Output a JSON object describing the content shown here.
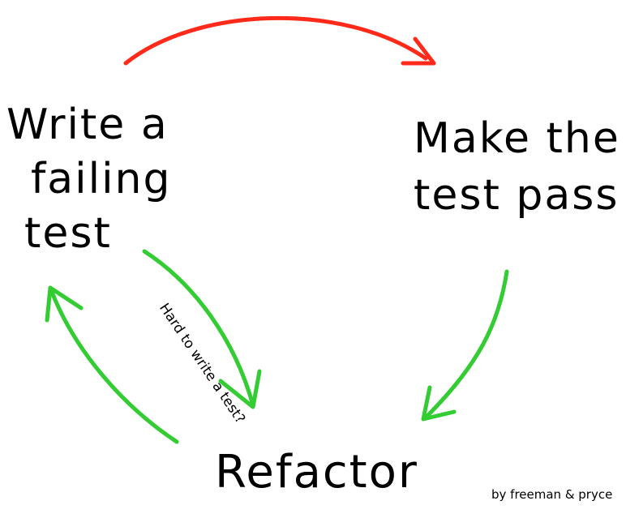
{
  "steps": {
    "write": [
      "Write a",
      "failing",
      "test"
    ],
    "pass": [
      "Make the",
      "test pass"
    ],
    "refactor": "Refactor"
  },
  "annotation": "Hard to write a test?",
  "credit": "by freeman & pryce",
  "colors": {
    "red_arrow": "#ff2a1a",
    "green_arrow": "#33cc33",
    "text": "#000000"
  }
}
